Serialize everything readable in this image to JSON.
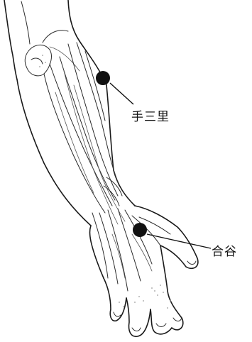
{
  "acupoints": [
    {
      "id": "shousanli",
      "label": "手三里"
    },
    {
      "id": "hegu",
      "label": "合谷"
    }
  ],
  "colors": {
    "ink": "#111111",
    "background": "#ffffff"
  }
}
